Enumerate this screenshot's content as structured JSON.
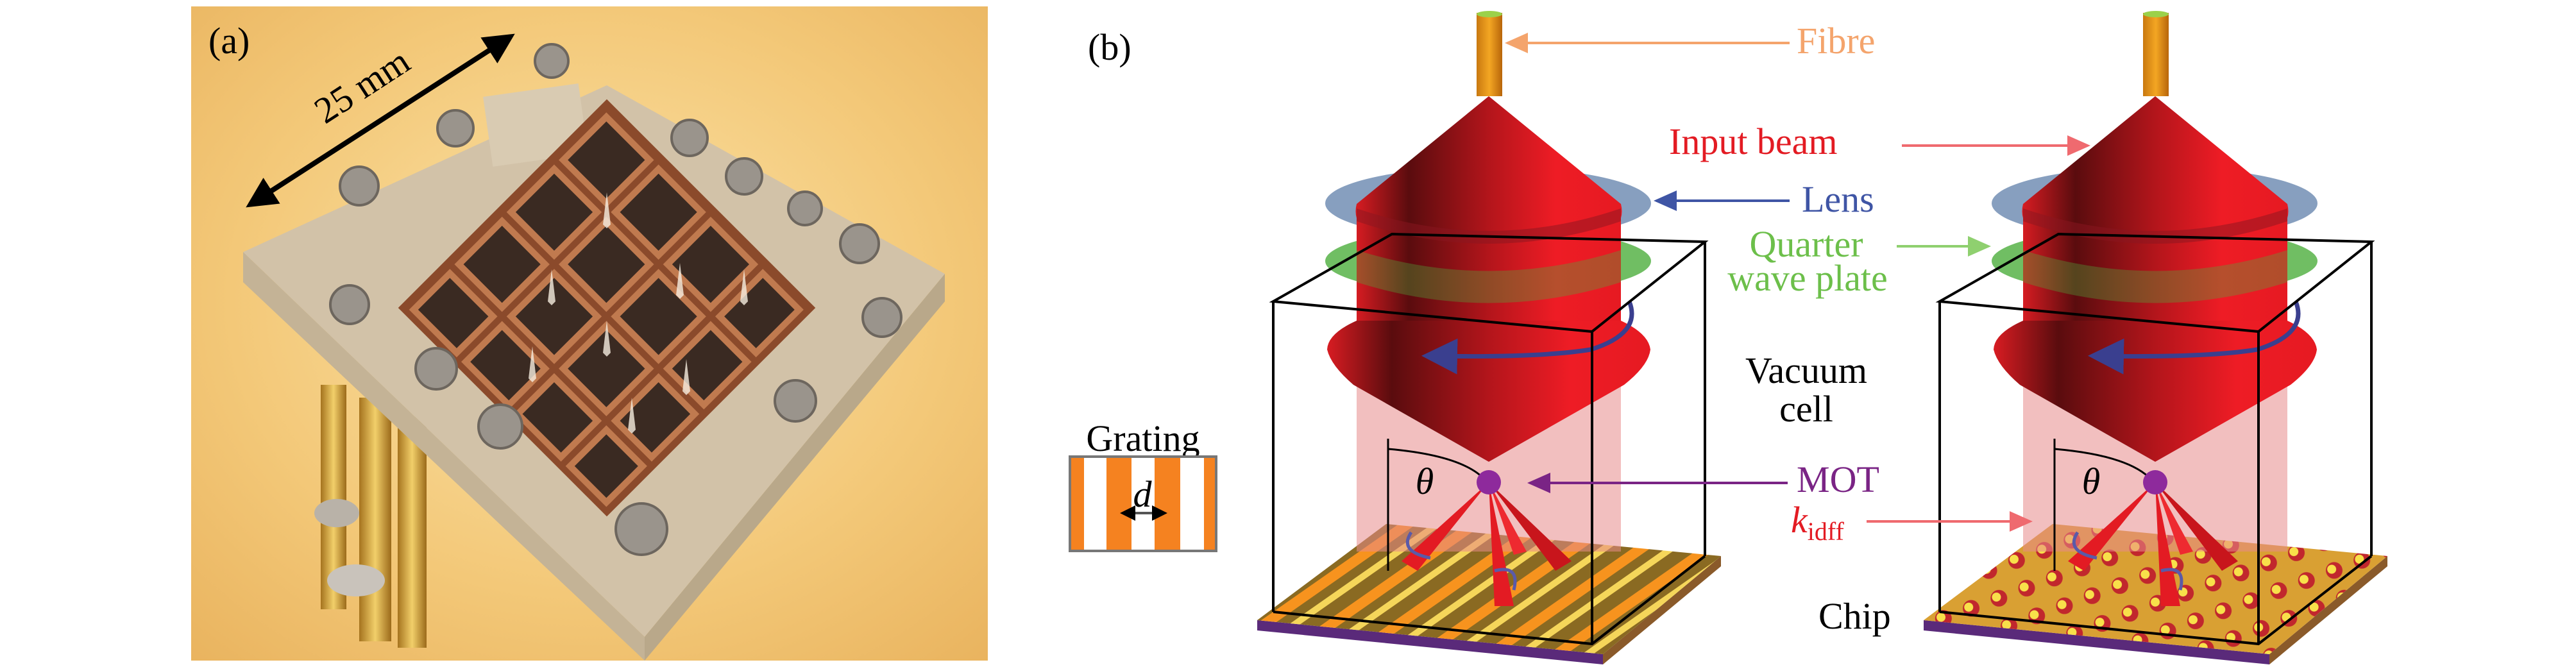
{
  "panel_a": {
    "label": "(a)",
    "scale_text": "25 mm"
  },
  "panel_b": {
    "label": "(b)",
    "grating": {
      "title": "Grating",
      "period_symbol": "d"
    },
    "annotations": {
      "fibre": "Fibre",
      "input_beam": "Input beam",
      "lens": "Lens",
      "quarter_line1": "Quarter",
      "quarter_line2": "wave plate",
      "vacuum_line1": "Vacuum",
      "vacuum_line2": "cell",
      "mot": "MOT",
      "kdiff_symbol": "k",
      "kdiff_subscript": "idff",
      "chip": "Chip",
      "theta": "θ"
    }
  },
  "colors": {
    "fibre": "#f4a46c",
    "beam": "#e31b23",
    "lens": "#3f55a5",
    "plate": "#6cbf4a",
    "mot": "#7a2485",
    "grating_orange": "#f58220"
  }
}
